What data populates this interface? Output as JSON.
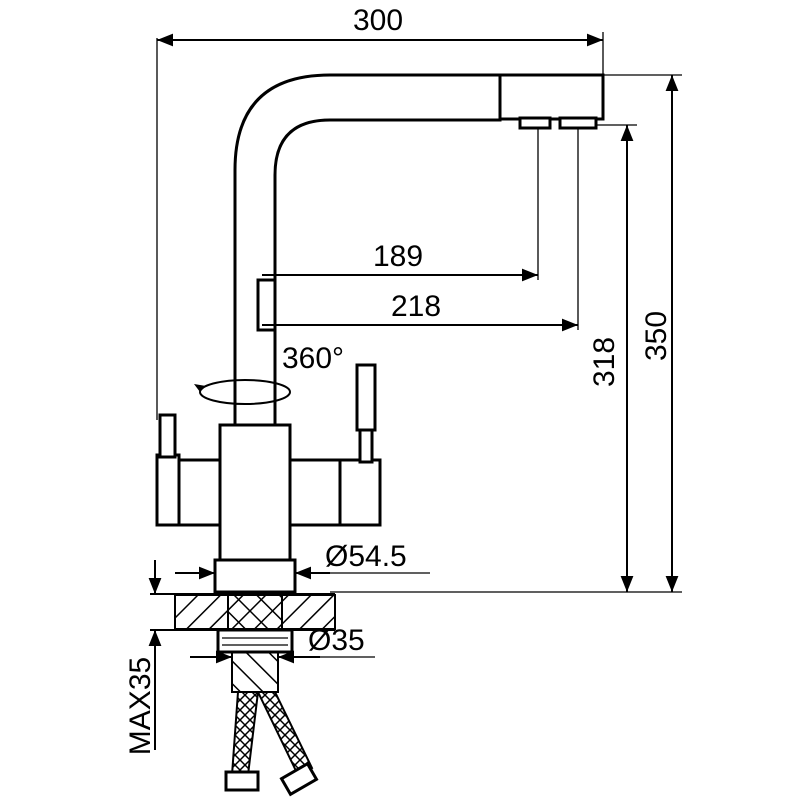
{
  "title": "Faucet dimension drawing",
  "dimensions": {
    "width_total": "300",
    "spout_reach_1": "189",
    "spout_reach_2": "218",
    "rotation": "360°",
    "spout_height": "318",
    "height_total": "350",
    "base_diameter": "Ø54.5",
    "shank_diameter": "Ø35",
    "max_counter_thickness": "MAX35"
  },
  "colors": {
    "line": "#000000",
    "background": "#ffffff"
  }
}
